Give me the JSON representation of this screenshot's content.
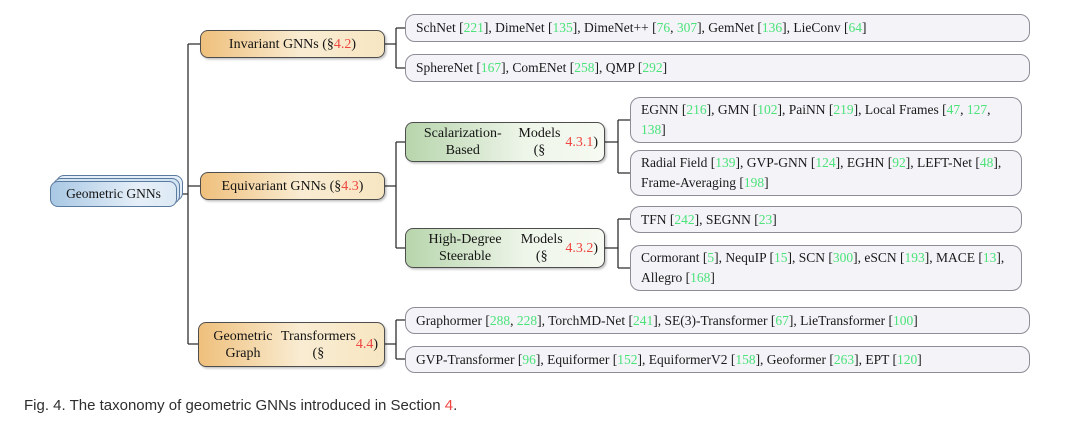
{
  "colors": {
    "cite_green": "#4be37a",
    "section_red": "#ee453f",
    "line_color": "#2f2f2f",
    "leaf_bg": "#f3f3f8",
    "leaf_border": "#8d8d97"
  },
  "root": {
    "label": "Geometric GNNs"
  },
  "nodes": {
    "invariant": {
      "segments": [
        {
          "k": "t",
          "t": "Invariant GNNs (§ "
        },
        {
          "k": "s",
          "t": "4.2"
        },
        {
          "k": "t",
          "t": ")"
        }
      ]
    },
    "equivariant": {
      "segments": [
        {
          "k": "t",
          "t": "Equivariant GNNs (§ "
        },
        {
          "k": "s",
          "t": "4.3"
        },
        {
          "k": "t",
          "t": ")"
        }
      ]
    },
    "scalarization": {
      "segments": [
        {
          "k": "t",
          "t": "Scalarization-Based"
        },
        {
          "k": "br"
        },
        {
          "k": "t",
          "t": "Models (§ "
        },
        {
          "k": "s",
          "t": "4.3.1"
        },
        {
          "k": "t",
          "t": ")"
        }
      ]
    },
    "steerable": {
      "segments": [
        {
          "k": "t",
          "t": "High-Degree Steerable"
        },
        {
          "k": "br"
        },
        {
          "k": "t",
          "t": "Models (§ "
        },
        {
          "k": "s",
          "t": "4.3.2"
        },
        {
          "k": "t",
          "t": ")"
        }
      ]
    },
    "transformers": {
      "segments": [
        {
          "k": "t",
          "t": "Geometric Graph"
        },
        {
          "k": "br"
        },
        {
          "k": "t",
          "t": "Transformers (§ "
        },
        {
          "k": "s",
          "t": "4.4"
        },
        {
          "k": "t",
          "t": ")"
        }
      ]
    }
  },
  "leaves": {
    "invariant_a": {
      "segments": [
        {
          "k": "t",
          "t": "SchNet ["
        },
        {
          "k": "c",
          "t": "221"
        },
        {
          "k": "t",
          "t": "], DimeNet ["
        },
        {
          "k": "c",
          "t": "135"
        },
        {
          "k": "t",
          "t": "], DimeNet++ ["
        },
        {
          "k": "c",
          "t": "76"
        },
        {
          "k": "t",
          "t": ", "
        },
        {
          "k": "c",
          "t": "307"
        },
        {
          "k": "t",
          "t": "], GemNet ["
        },
        {
          "k": "c",
          "t": "136"
        },
        {
          "k": "t",
          "t": "], LieConv ["
        },
        {
          "k": "c",
          "t": "64"
        },
        {
          "k": "t",
          "t": "]"
        }
      ]
    },
    "invariant_b": {
      "segments": [
        {
          "k": "t",
          "t": "SphereNet ["
        },
        {
          "k": "c",
          "t": "167"
        },
        {
          "k": "t",
          "t": "], ComENet ["
        },
        {
          "k": "c",
          "t": "258"
        },
        {
          "k": "t",
          "t": "], QMP ["
        },
        {
          "k": "c",
          "t": "292"
        },
        {
          "k": "t",
          "t": "]"
        }
      ]
    },
    "scalarization_a": {
      "segments": [
        {
          "k": "t",
          "t": "EGNN ["
        },
        {
          "k": "c",
          "t": "216"
        },
        {
          "k": "t",
          "t": "], GMN ["
        },
        {
          "k": "c",
          "t": "102"
        },
        {
          "k": "t",
          "t": "], PaiNN ["
        },
        {
          "k": "c",
          "t": "219"
        },
        {
          "k": "t",
          "t": "], Local Frames ["
        },
        {
          "k": "c",
          "t": "47"
        },
        {
          "k": "t",
          "t": ", "
        },
        {
          "k": "c",
          "t": "127"
        },
        {
          "k": "t",
          "t": ", "
        },
        {
          "k": "c",
          "t": "138"
        },
        {
          "k": "t",
          "t": "]"
        }
      ]
    },
    "scalarization_b": {
      "segments": [
        {
          "k": "t",
          "t": "Radial Field ["
        },
        {
          "k": "c",
          "t": "139"
        },
        {
          "k": "t",
          "t": "], GVP-GNN ["
        },
        {
          "k": "c",
          "t": "124"
        },
        {
          "k": "t",
          "t": "], EGHN ["
        },
        {
          "k": "c",
          "t": "92"
        },
        {
          "k": "t",
          "t": "], LEFT-Net ["
        },
        {
          "k": "c",
          "t": "48"
        },
        {
          "k": "t",
          "t": "], Frame-Averaging ["
        },
        {
          "k": "c",
          "t": "198"
        },
        {
          "k": "t",
          "t": "]"
        }
      ]
    },
    "steerable_a": {
      "segments": [
        {
          "k": "t",
          "t": "TFN ["
        },
        {
          "k": "c",
          "t": "242"
        },
        {
          "k": "t",
          "t": "], SEGNN ["
        },
        {
          "k": "c",
          "t": "23"
        },
        {
          "k": "t",
          "t": "]"
        }
      ]
    },
    "steerable_b": {
      "segments": [
        {
          "k": "t",
          "t": "Cormorant ["
        },
        {
          "k": "c",
          "t": "5"
        },
        {
          "k": "t",
          "t": "], NequIP ["
        },
        {
          "k": "c",
          "t": "15"
        },
        {
          "k": "t",
          "t": "], SCN ["
        },
        {
          "k": "c",
          "t": "300"
        },
        {
          "k": "t",
          "t": "], eSCN ["
        },
        {
          "k": "c",
          "t": "193"
        },
        {
          "k": "t",
          "t": "], MACE ["
        },
        {
          "k": "c",
          "t": "13"
        },
        {
          "k": "t",
          "t": "], Allegro ["
        },
        {
          "k": "c",
          "t": "168"
        },
        {
          "k": "t",
          "t": "]"
        }
      ]
    },
    "transformers_a": {
      "segments": [
        {
          "k": "t",
          "t": "Graphormer ["
        },
        {
          "k": "c",
          "t": "288"
        },
        {
          "k": "t",
          "t": ", "
        },
        {
          "k": "c",
          "t": "228"
        },
        {
          "k": "t",
          "t": "], TorchMD-Net ["
        },
        {
          "k": "c",
          "t": "241"
        },
        {
          "k": "t",
          "t": "], SE(3)-Transformer ["
        },
        {
          "k": "c",
          "t": "67"
        },
        {
          "k": "t",
          "t": "], LieTransformer ["
        },
        {
          "k": "c",
          "t": "100"
        },
        {
          "k": "t",
          "t": "]"
        }
      ]
    },
    "transformers_b": {
      "segments": [
        {
          "k": "t",
          "t": "GVP-Transformer ["
        },
        {
          "k": "c",
          "t": "96"
        },
        {
          "k": "t",
          "t": "], Equiformer ["
        },
        {
          "k": "c",
          "t": "152"
        },
        {
          "k": "t",
          "t": "], EquiformerV2 ["
        },
        {
          "k": "c",
          "t": "158"
        },
        {
          "k": "t",
          "t": "], Geoformer ["
        },
        {
          "k": "c",
          "t": "263"
        },
        {
          "k": "t",
          "t": "], EPT ["
        },
        {
          "k": "c",
          "t": "120"
        },
        {
          "k": "t",
          "t": "]"
        }
      ]
    }
  },
  "caption": {
    "segments": [
      {
        "k": "t",
        "t": "Fig. 4. The taxonomy of geometric GNNs introduced in Section "
      },
      {
        "k": "s",
        "t": "4"
      },
      {
        "k": "t",
        "t": "."
      }
    ]
  }
}
